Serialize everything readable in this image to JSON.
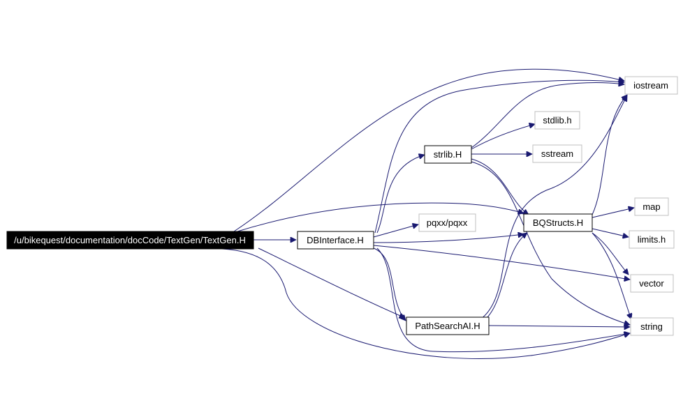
{
  "nodes": {
    "textgen": "/u/bikequest/documentation/docCode/TextGen/TextGen.H",
    "dbinterface": "DBInterface.H",
    "strlib": "strlib.H",
    "pqxx": "pqxx/pqxx",
    "pathsearch": "PathSearchAI.H",
    "bqstructs": "BQStructs.H",
    "iostream": "iostream",
    "stdlib": "stdlib.h",
    "sstream": "sstream",
    "map": "map",
    "limits": "limits.h",
    "vector": "vector",
    "string": "string"
  },
  "colors": {
    "edge": "#191970",
    "root_fill": "#000000",
    "external_border": "#bfbfbf"
  }
}
